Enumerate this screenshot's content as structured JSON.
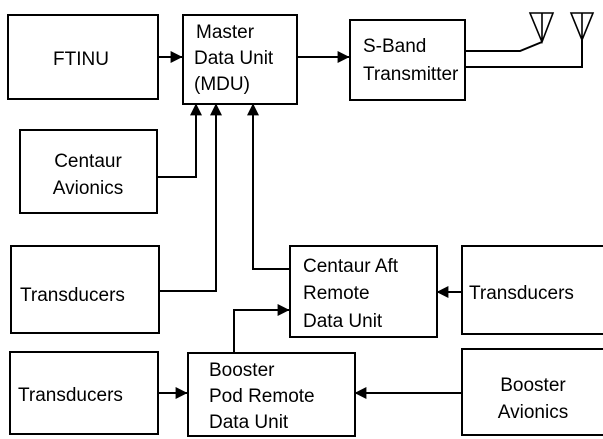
{
  "nodes": [
    {
      "id": "ftinu",
      "lines": [
        "FTINU"
      ]
    },
    {
      "id": "mdu",
      "lines": [
        "Master",
        "Data Unit",
        "(MDU)"
      ]
    },
    {
      "id": "sband",
      "lines": [
        "S-Band",
        "Transmitter"
      ]
    },
    {
      "id": "centaur-avionics",
      "lines": [
        "Centaur",
        "Avionics"
      ]
    },
    {
      "id": "transducers-left",
      "lines": [
        "Transducers"
      ]
    },
    {
      "id": "centaur-aft-rdu",
      "lines": [
        "Centaur Aft",
        "Remote",
        "Data Unit"
      ]
    },
    {
      "id": "transducers-right",
      "lines": [
        "Transducers"
      ]
    },
    {
      "id": "transducers-bottom",
      "lines": [
        "Transducers"
      ]
    },
    {
      "id": "booster-pod-rdu",
      "lines": [
        "Booster",
        "Pod Remote",
        "Data Unit"
      ]
    },
    {
      "id": "booster-avionics",
      "lines": [
        "Booster",
        "Avionics"
      ]
    }
  ],
  "connections": [
    {
      "from": "ftinu",
      "to": "mdu"
    },
    {
      "from": "mdu",
      "to": "sband"
    },
    {
      "from": "sband",
      "to": "antenna-1"
    },
    {
      "from": "sband",
      "to": "antenna-2"
    },
    {
      "from": "centaur-avionics",
      "to": "mdu"
    },
    {
      "from": "transducers-left",
      "to": "mdu"
    },
    {
      "from": "centaur-aft-rdu",
      "to": "mdu"
    },
    {
      "from": "transducers-right",
      "to": "centaur-aft-rdu"
    },
    {
      "from": "booster-pod-rdu",
      "to": "centaur-aft-rdu"
    },
    {
      "from": "transducers-bottom",
      "to": "booster-pod-rdu"
    },
    {
      "from": "booster-avionics",
      "to": "booster-pod-rdu"
    }
  ],
  "antennas": [
    {
      "name": "antenna-1-icon"
    },
    {
      "name": "antenna-2-icon"
    }
  ]
}
